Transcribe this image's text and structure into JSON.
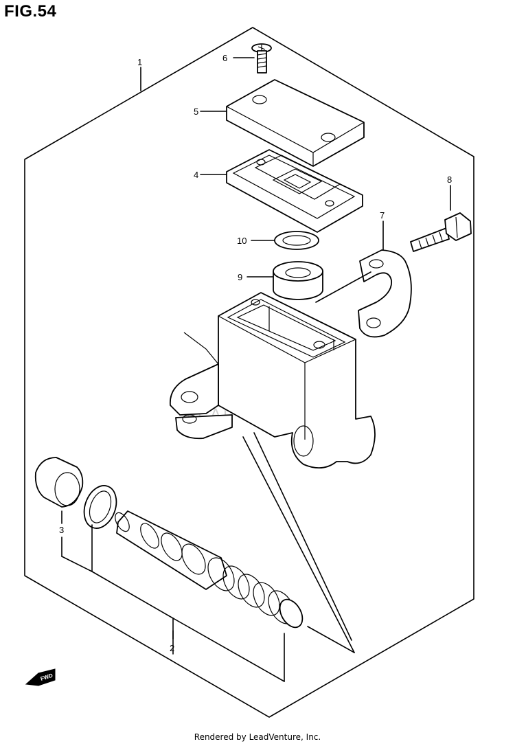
{
  "header": {
    "figure_title": "FIG.54"
  },
  "footer": {
    "rendered_by": "Rendered by LeadVenture, Inc."
  },
  "watermark": {
    "text": "LEADVENTURE",
    "color": "#d8d8d8"
  },
  "fwd_badge": {
    "label": "FWD"
  },
  "callouts": [
    {
      "id": "1",
      "label": "1"
    },
    {
      "id": "2",
      "label": "2"
    },
    {
      "id": "3",
      "label": "3"
    },
    {
      "id": "4",
      "label": "4"
    },
    {
      "id": "5",
      "label": "5"
    },
    {
      "id": "6",
      "label": "6"
    },
    {
      "id": "7",
      "label": "7"
    },
    {
      "id": "8",
      "label": "8"
    },
    {
      "id": "9",
      "label": "9"
    },
    {
      "id": "10",
      "label": "10"
    }
  ]
}
